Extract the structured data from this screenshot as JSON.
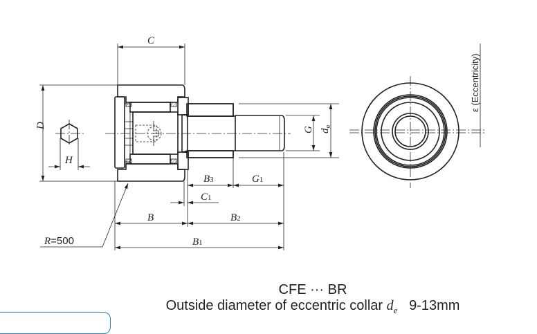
{
  "labels": {
    "C": "C",
    "D": "D",
    "H": "H",
    "G": "G",
    "de_main": "d",
    "de_sub": "e",
    "B": "B",
    "B1_main": "B",
    "B1_sub": "1",
    "B2_main": "B",
    "B2_sub": "2",
    "B3_main": "B",
    "B3_sub": "3",
    "G1_main": "G",
    "G1_sub": "1",
    "C1_main": "C",
    "C1_sub": "1",
    "R_main": "R",
    "R_value": "=500",
    "eccentricity": "ε (Eccentricity)"
  },
  "caption": {
    "model": "CFE ··· BR",
    "description": "Outside diameter of eccentric collar",
    "symbol_main": "d",
    "symbol_sub": "e",
    "range": "9-13mm"
  }
}
